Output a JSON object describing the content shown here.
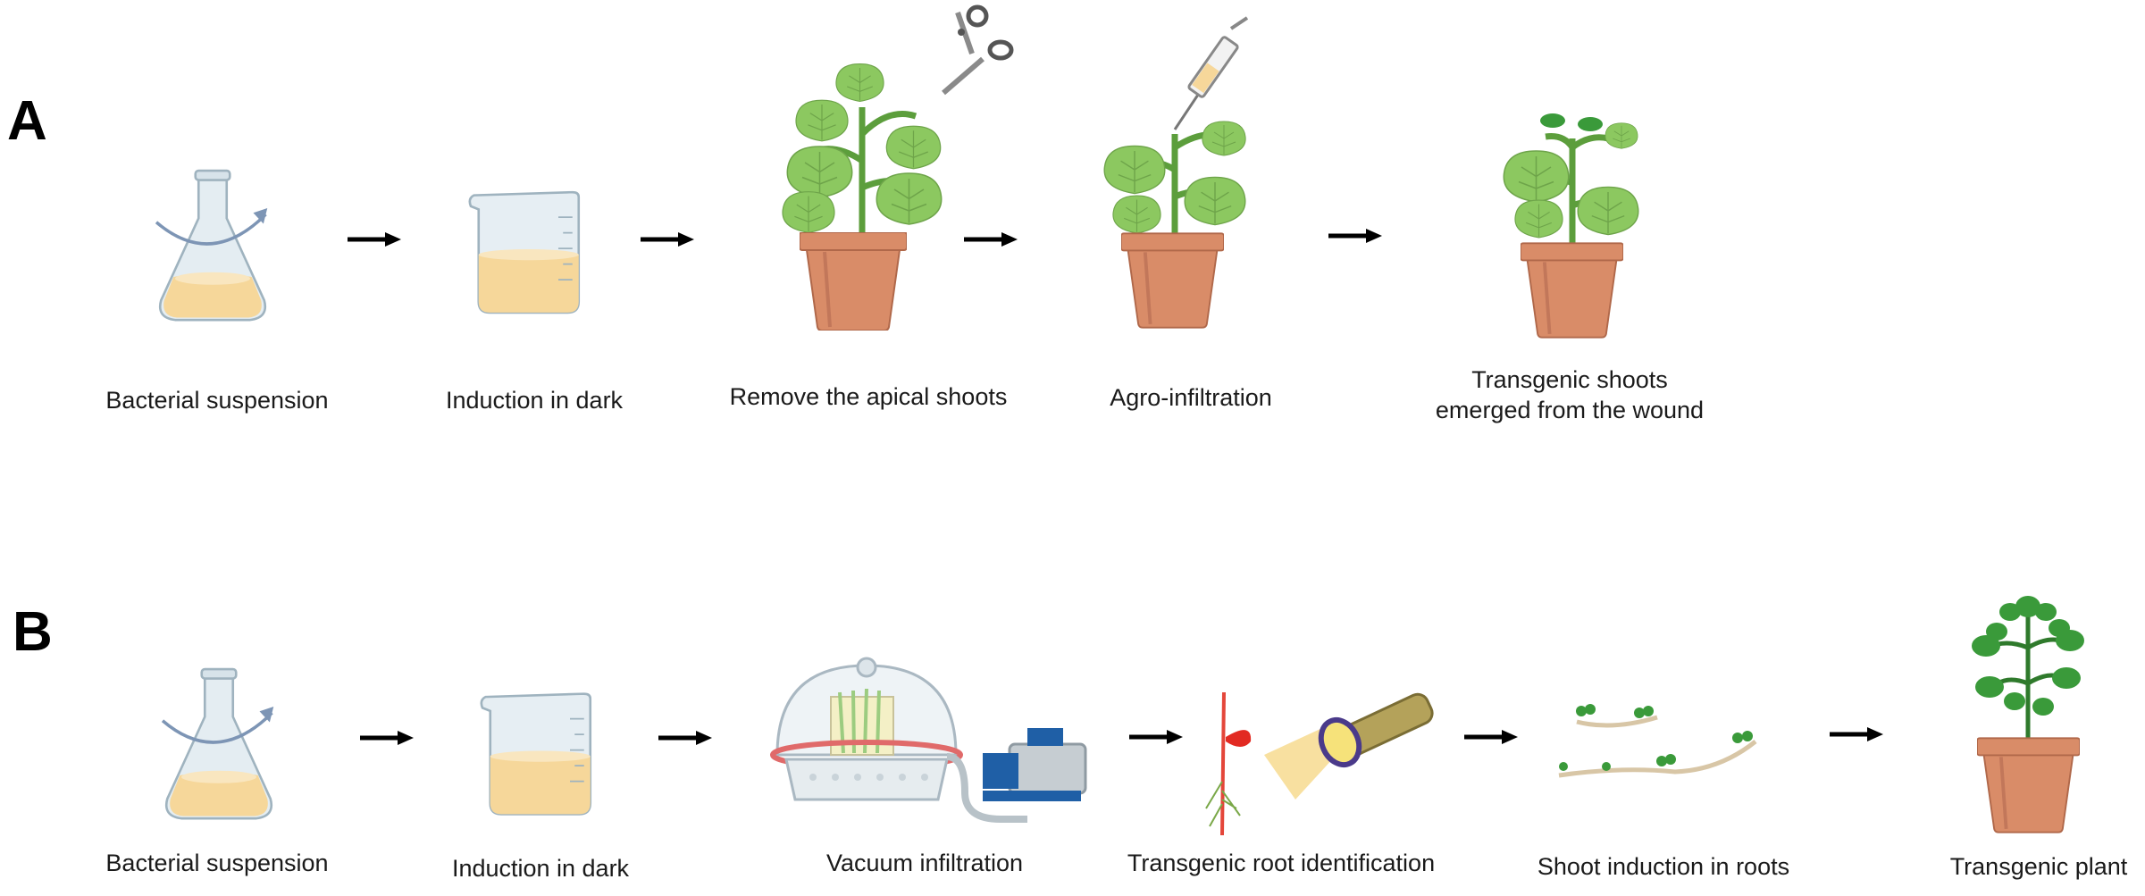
{
  "panel_a": {
    "letter": "A",
    "steps": [
      {
        "label": "Bacterial suspension"
      },
      {
        "label": "Induction in dark"
      },
      {
        "label": "Remove the apical shoots"
      },
      {
        "label": "Agro-infiltration"
      },
      {
        "label_line1": "Transgenic shoots",
        "label_line2": "emerged from the wound"
      }
    ]
  },
  "panel_b": {
    "letter": "B",
    "steps": [
      {
        "label": "Bacterial suspension"
      },
      {
        "label": "Induction in dark"
      },
      {
        "label": "Vacuum infiltration"
      },
      {
        "label": "Transgenic root identification"
      },
      {
        "label": "Shoot induction in roots"
      },
      {
        "label": "Transgenic plant"
      }
    ]
  },
  "colors": {
    "liquid": "#f6d79a",
    "glass": "#e3ecf1",
    "pot": "#d98c68",
    "leaf": "#8cc860",
    "dark_leaf": "#3a9a3a",
    "arrow": "#000000"
  }
}
